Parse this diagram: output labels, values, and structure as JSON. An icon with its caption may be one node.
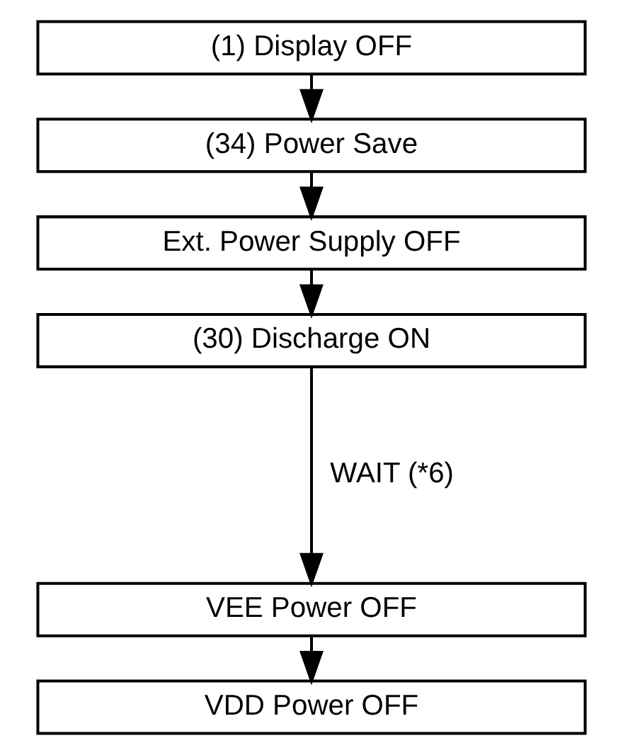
{
  "diagram": {
    "nodes": [
      {
        "text": [
          "(1) Display OFF"
        ]
      },
      {
        "text": [
          "(34) Power Save"
        ]
      },
      {
        "text": [
          "Ext. Power Supply OFF"
        ]
      },
      {
        "text": [
          "(30) Discharge ON"
        ]
      },
      {
        "text": [
          "VEE Power OFF"
        ]
      },
      {
        "text": [
          "VDD Power OFF"
        ]
      }
    ],
    "edges": [
      {
        "from": 0,
        "to": 1,
        "arrow": "to"
      },
      {
        "from": 1,
        "to": 2,
        "arrow": "to"
      },
      {
        "from": 2,
        "to": 3,
        "arrow": "to"
      },
      {
        "from": 3,
        "to": 4,
        "arrow": "to",
        "label": "WAIT (*6)"
      },
      {
        "from": 4,
        "to": 5,
        "arrow": "to"
      }
    ]
  }
}
